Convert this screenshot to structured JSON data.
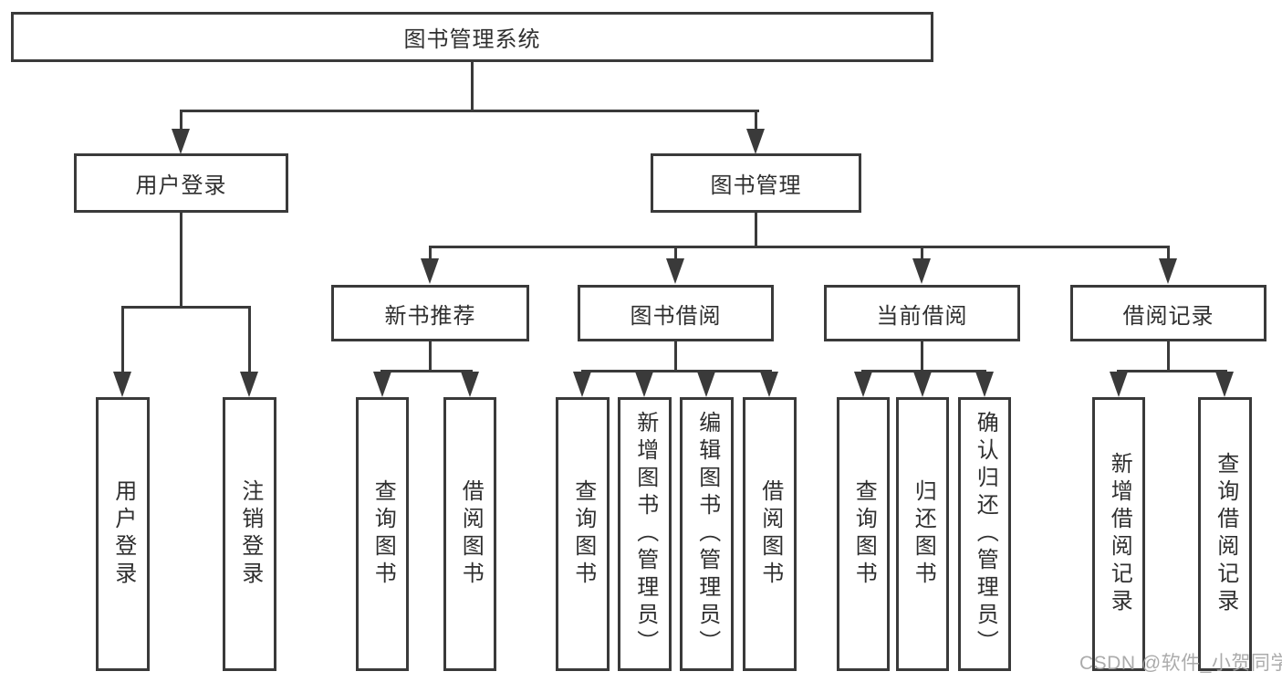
{
  "colors": {
    "line": "#3a3a3a",
    "text": "#2f2f2f",
    "background": "#ffffff",
    "watermark": "#a3a3a3"
  },
  "root": {
    "label": "图书管理系统"
  },
  "level2": {
    "user_login": {
      "label": "用户登录"
    },
    "book_mgmt": {
      "label": "图书管理"
    }
  },
  "level3": {
    "new_books": {
      "label": "新书推荐"
    },
    "book_borrow": {
      "label": "图书借阅"
    },
    "current_borrow": {
      "label": "当前借阅"
    },
    "borrow_records": {
      "label": "借阅记录"
    }
  },
  "leaves": {
    "user_login": {
      "label": "用户登录"
    },
    "logout": {
      "label": "注销登录"
    },
    "nb_search": {
      "label": "查询图书"
    },
    "nb_borrow": {
      "label": "借阅图书"
    },
    "bw_search": {
      "label": "查询图书"
    },
    "bw_add": {
      "label": "新增图书（管理员）"
    },
    "bw_edit": {
      "label": "编辑图书（管理员）"
    },
    "bw_borrow": {
      "label": "借阅图书"
    },
    "cur_search": {
      "label": "查询图书"
    },
    "cur_return": {
      "label": "归还图书"
    },
    "cur_confirm": {
      "label": "确认归还（管理员）"
    },
    "rec_add": {
      "label": "新增借阅记录"
    },
    "rec_search": {
      "label": "查询借阅记录"
    }
  },
  "watermark": "CSDN @软件_小贺同学"
}
